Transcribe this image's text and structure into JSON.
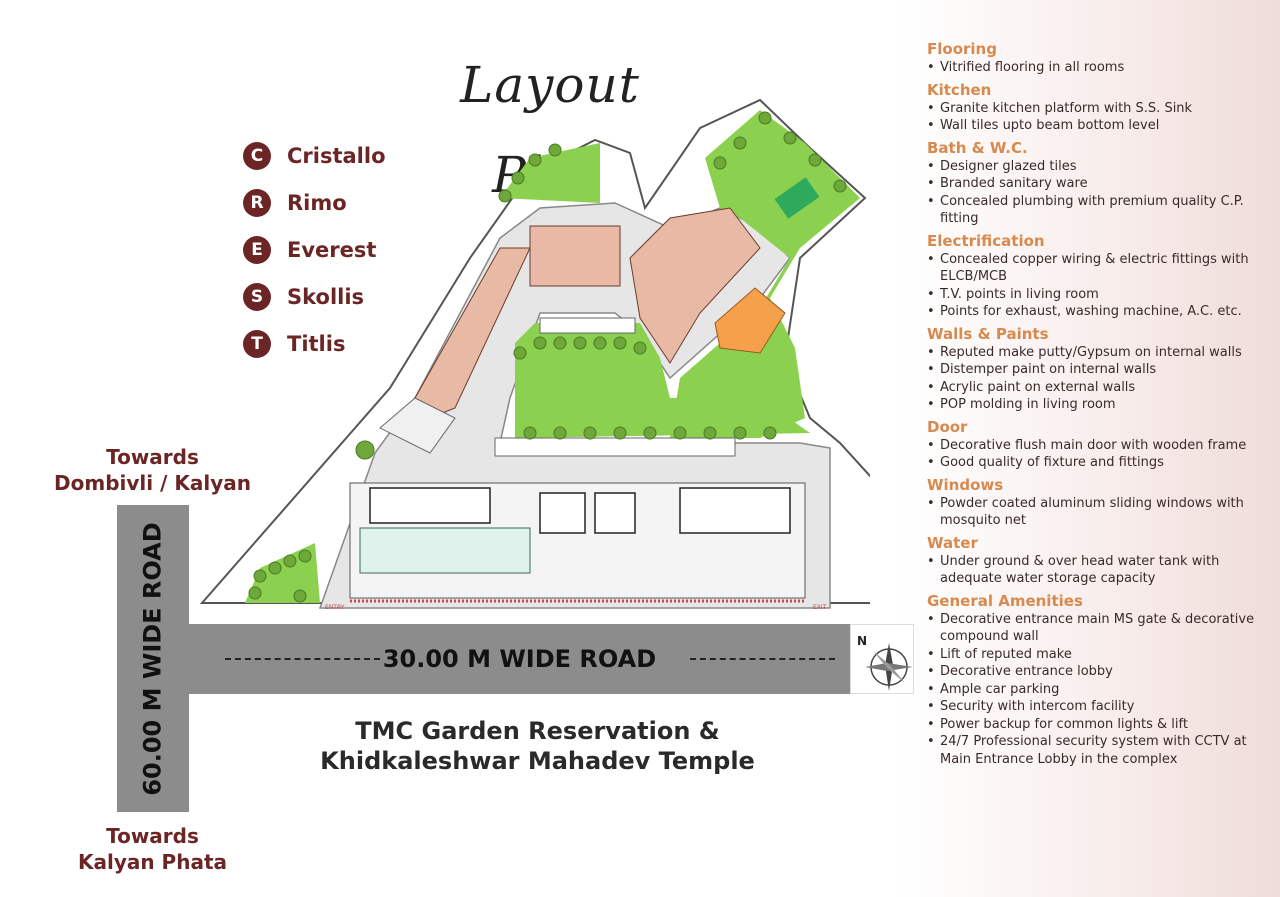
{
  "title": "Layout Plan",
  "legend": [
    {
      "letter": "C",
      "name": "Cristallo"
    },
    {
      "letter": "R",
      "name": "Rimo"
    },
    {
      "letter": "E",
      "name": "Everest"
    },
    {
      "letter": "S",
      "name": "Skollis"
    },
    {
      "letter": "T",
      "name": "Titlis"
    }
  ],
  "directions": {
    "top_line1": "Towards",
    "top_line2": "Dombivli / Kalyan",
    "bottom_line1": "Towards",
    "bottom_line2": "Kalyan Phata"
  },
  "roads": {
    "vertical": "60.00 M WIDE ROAD",
    "horizontal": "30.00 M WIDE ROAD"
  },
  "site_labels": {
    "entry": "ENTRY",
    "exit": "EXIT"
  },
  "landmark": {
    "line1": "TMC Garden Reservation &",
    "line2": "Khidkaleshwar Mahadev Temple"
  },
  "colors": {
    "maroon": "#6b2525",
    "heading_orange": "#d8894d",
    "garden_green": "#8bd14f",
    "road_gray": "#8c8c8c",
    "flat_pink": "#e8b9a4",
    "shop_teal": "#dff3ec"
  },
  "specifications": [
    {
      "heading": "Flooring",
      "items": [
        "Vitrified flooring in all rooms"
      ]
    },
    {
      "heading": "Kitchen",
      "items": [
        "Granite kitchen platform with S.S. Sink",
        "Wall tiles upto beam bottom level"
      ]
    },
    {
      "heading": "Bath & W.C.",
      "items": [
        "Designer glazed tiles",
        "Branded sanitary ware",
        "Concealed plumbing with premium quality C.P. fitting"
      ]
    },
    {
      "heading": "Electrification",
      "items": [
        "Concealed copper wiring & electric fittings with ELCB/MCB",
        "T.V. points in living room",
        "Points for exhaust, washing machine, A.C. etc."
      ]
    },
    {
      "heading": "Walls & Paints",
      "items": [
        "Reputed make putty/Gypsum on internal walls",
        "Distemper paint on internal walls",
        "Acrylic paint on external walls",
        "POP molding in living room"
      ]
    },
    {
      "heading": "Door",
      "items": [
        "Decorative flush main door with wooden frame",
        "Good quality of fixture and fittings"
      ]
    },
    {
      "heading": "Windows",
      "items": [
        "Powder coated aluminum sliding windows with mosquito net"
      ]
    },
    {
      "heading": "Water",
      "items": [
        "Under ground & over head water tank with adequate water storage capacity"
      ]
    },
    {
      "heading": "General Amenities",
      "items": [
        "Decorative entrance main MS gate & decorative compound wall",
        "Lift of reputed make",
        "Decorative entrance lobby",
        "Ample car parking",
        "Security with intercom facility",
        "Power backup for common lights & lift",
        "24/7 Professional security system with CCTV at Main Entrance Lobby in the complex"
      ]
    }
  ]
}
